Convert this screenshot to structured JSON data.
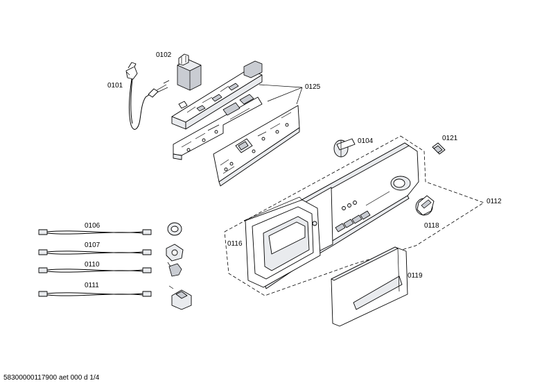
{
  "parts": [
    {
      "id": "0101",
      "label": "0101"
    },
    {
      "id": "0102",
      "label": "0102"
    },
    {
      "id": "0125",
      "label": "0125"
    },
    {
      "id": "0104",
      "label": "0104"
    },
    {
      "id": "0121",
      "label": "0121"
    },
    {
      "id": "0112",
      "label": "0112"
    },
    {
      "id": "0118",
      "label": "0118"
    },
    {
      "id": "0116",
      "label": "0116"
    },
    {
      "id": "0119",
      "label": "0119"
    },
    {
      "id": "0106",
      "label": "0106"
    },
    {
      "id": "0107",
      "label": "0107"
    },
    {
      "id": "0110",
      "label": "0110"
    },
    {
      "id": "0111",
      "label": "0111"
    }
  ],
  "footer": {
    "text": "58300000117900 aet 000 d 1/4"
  }
}
